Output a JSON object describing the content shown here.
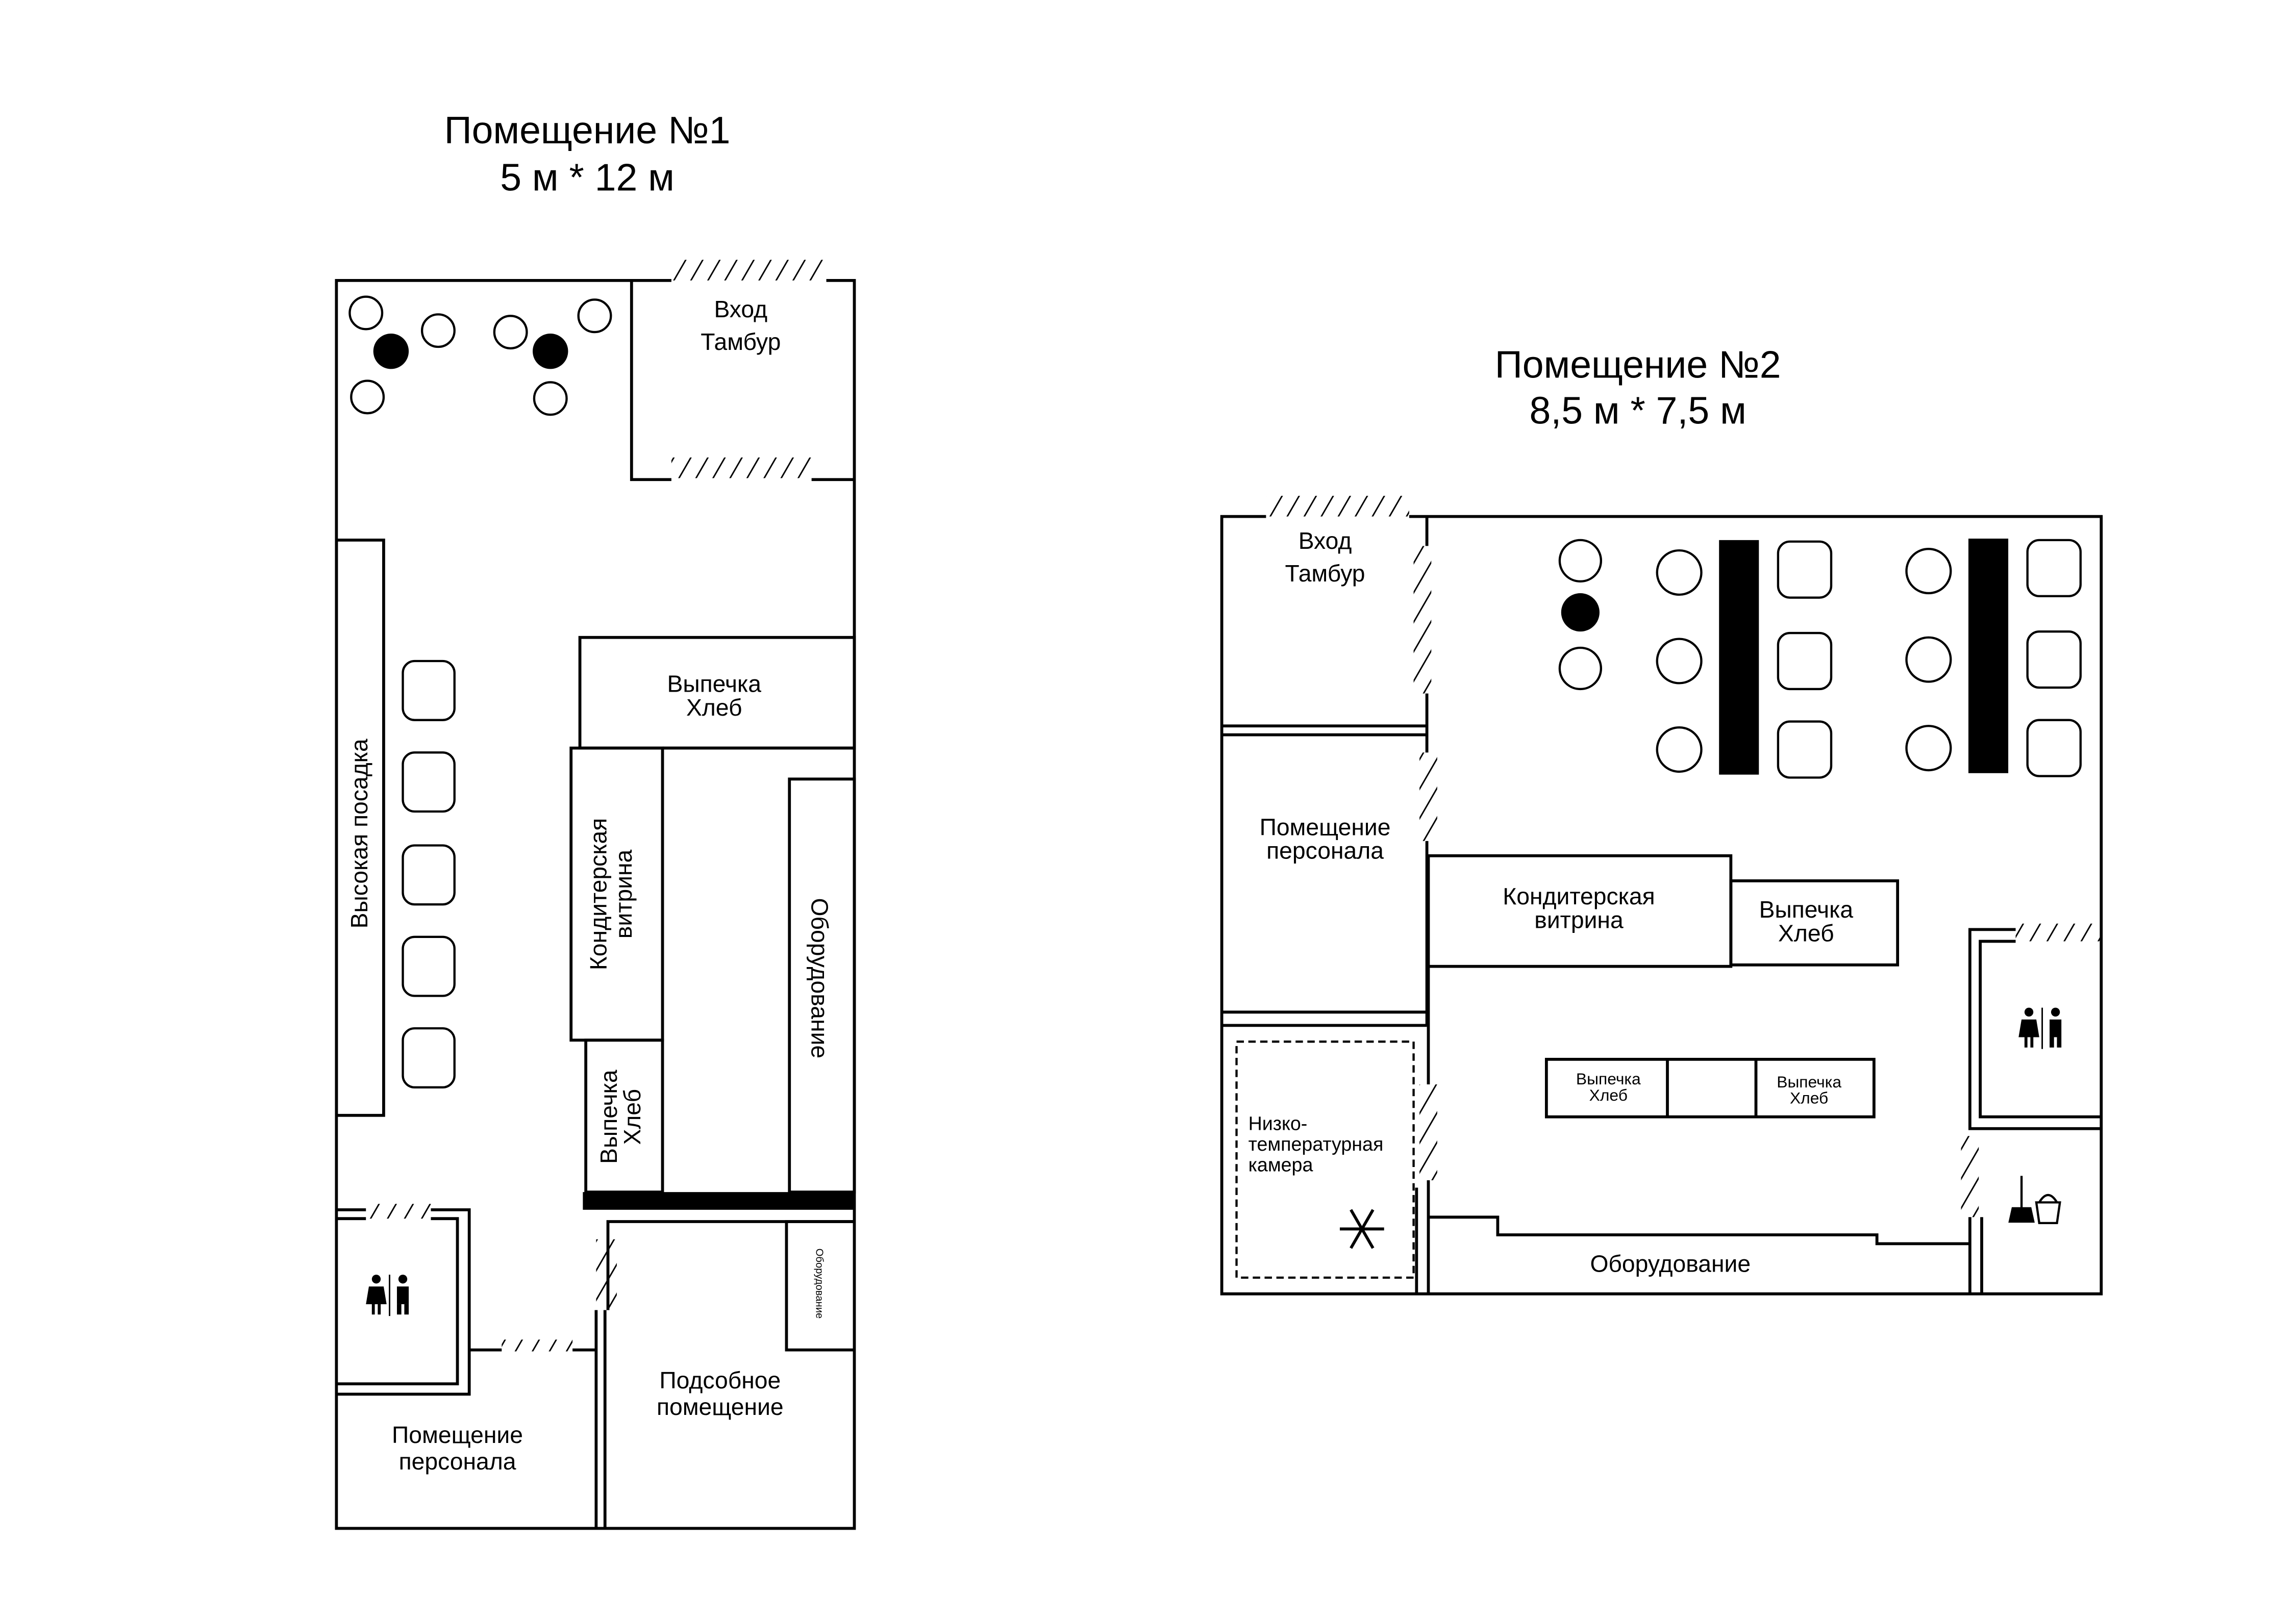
{
  "room1": {
    "title": "Помещение №1",
    "size": "5 м * 12 м",
    "labels": {
      "entrance": "Вход",
      "vestibule": "Тамбур",
      "high_seating": "Высокая посадка",
      "bakery_bread_top": [
        "Выпечка",
        "Хлеб"
      ],
      "pastry_display": [
        "Кондитерская",
        "витрина"
      ],
      "equipment": "Оборудование",
      "bakery_bread_small": [
        "Выпечка",
        "Хлеб"
      ],
      "equipment_small": "Оборудование",
      "utility_room": [
        "Подсобное",
        "помещение"
      ],
      "staff_room": [
        "Помещение",
        "персонала"
      ]
    }
  },
  "room2": {
    "title": "Помещение №2",
    "size": "8,5 м * 7,5 м",
    "labels": {
      "entrance": "Вход",
      "vestibule": "Тамбур",
      "staff_room": [
        "Помещение",
        "персонала"
      ],
      "pastry_display": [
        "Кондитерская",
        "витрина"
      ],
      "bakery_bread": [
        "Выпечка",
        "Хлеб"
      ],
      "island_left": [
        "Выпечка",
        "Хлеб"
      ],
      "island_right": [
        "Выпечка",
        "Хлеб"
      ],
      "cold_room": [
        "Низко-",
        "температурная",
        "камера"
      ],
      "equipment": "Оборудование"
    }
  },
  "icons": [
    "restroom-icon",
    "snowflake-icon",
    "cleaning-icon"
  ]
}
